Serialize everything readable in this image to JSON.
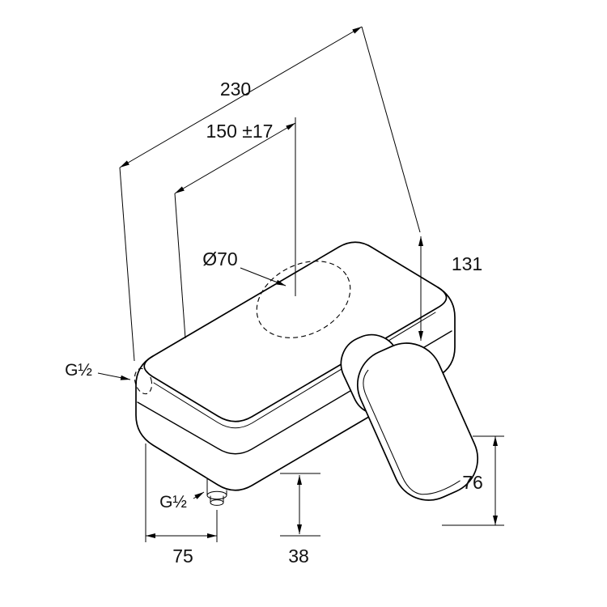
{
  "labels": {
    "dim_total_width": "230",
    "dim_inlet_spacing": "150 ±17",
    "dim_escutcheon_dia": "Ø70",
    "dim_depth": "131",
    "dim_handle_length": "76",
    "dim_outlet_offset": "75",
    "dim_outlet_height": "38",
    "thread_inlet_left": "G½",
    "thread_outlet_bottom": "G½"
  },
  "colors": {
    "line": "#000000",
    "background": "#ffffff"
  }
}
